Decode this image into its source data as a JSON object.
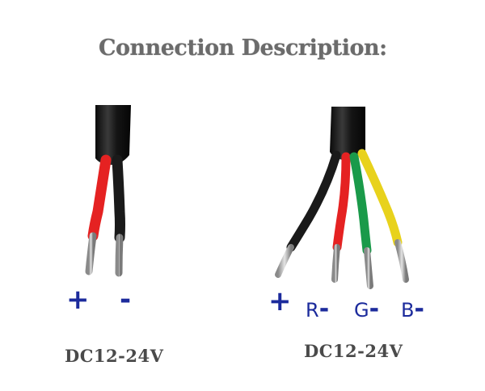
{
  "title": "Connection Description:",
  "left_cable": {
    "plus": "+",
    "minus": "-",
    "voltage": "DC12-24V"
  },
  "right_cable": {
    "plus": "+",
    "r_label": "R",
    "g_label": "G",
    "b_label": "B",
    "dash": "-",
    "voltage": "DC12-24V"
  },
  "colors": {
    "label_blue": "#1c2b9c",
    "sheath": "#111111",
    "red": "#e52222",
    "green": "#1a9a4a",
    "yellow": "#e8d21c",
    "black_wire": "#1a1a1a",
    "copper_tip": "#b9b9b9"
  }
}
